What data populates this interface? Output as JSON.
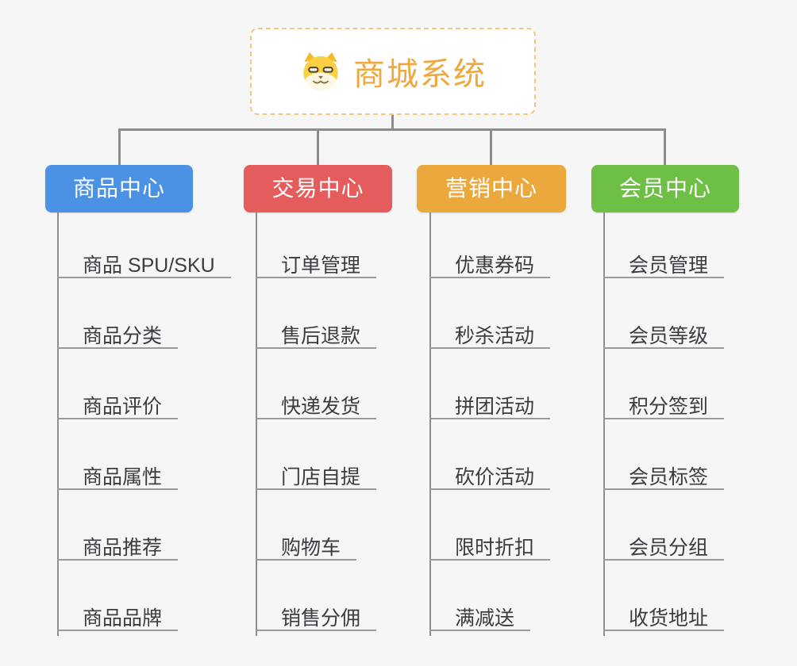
{
  "root": {
    "title": "商城系统",
    "icon": "dog-face"
  },
  "branches": [
    {
      "label": "商品中心",
      "color": "#4b92e5",
      "items": [
        "商品 SPU/SKU",
        "商品分类",
        "商品评价",
        "商品属性",
        "商品推荐",
        "商品品牌"
      ]
    },
    {
      "label": "交易中心",
      "color": "#e55c5c",
      "items": [
        "订单管理",
        "售后退款",
        "快递发货",
        "门店自提",
        "购物车",
        "销售分佣"
      ]
    },
    {
      "label": "营销中心",
      "color": "#eba93d",
      "items": [
        "优惠券码",
        "秒杀活动",
        "拼团活动",
        "砍价活动",
        "限时折扣",
        "满减送"
      ]
    },
    {
      "label": "会员中心",
      "color": "#6ebf45",
      "items": [
        "会员管理",
        "会员等级",
        "积分签到",
        "会员标签",
        "会员分组",
        "收货地址"
      ]
    }
  ],
  "colors": {
    "background": "#f6f6f7",
    "connector": "#8c8c8c",
    "leaf_underline": "#9a9a9a",
    "leaf_text": "#3b3c41",
    "root_text": "#f0a73c",
    "root_border": "#f3c87e"
  }
}
